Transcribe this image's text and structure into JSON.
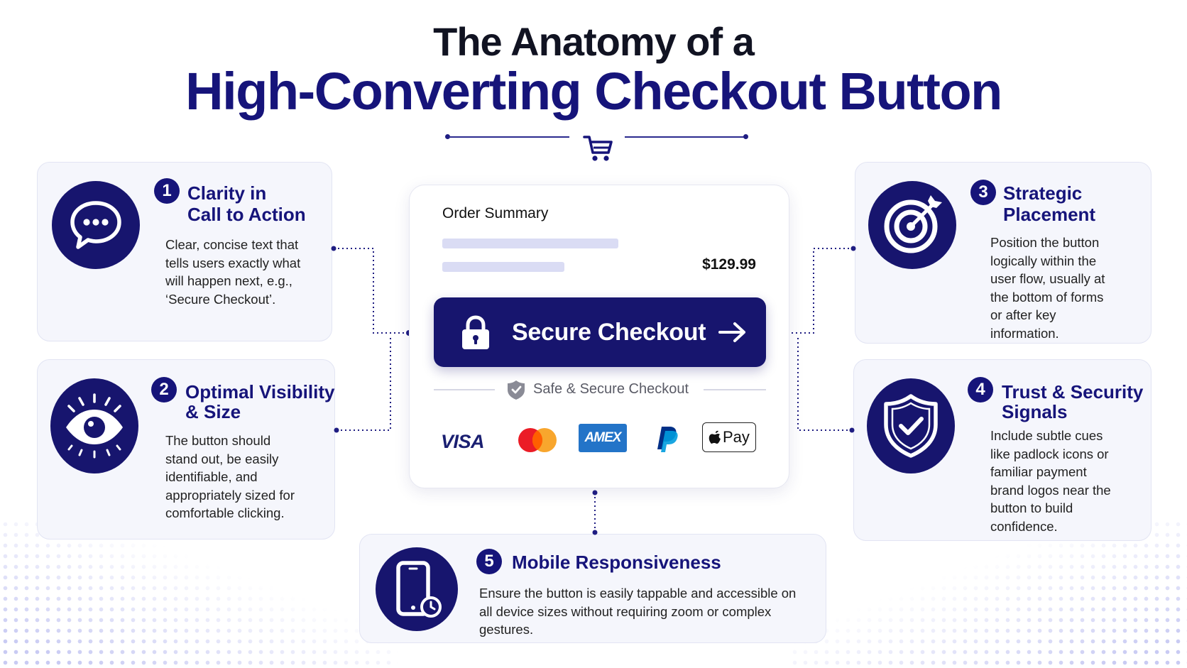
{
  "title": {
    "line1": "The Anatomy of a",
    "line2": "High-Converting Checkout Button",
    "icon": "shopping-cart-icon"
  },
  "colors": {
    "navy": "#16147a",
    "card_bg": "#f5f6fc",
    "accent_light": "#6f6ee0"
  },
  "features": [
    {
      "number": "1",
      "title_l1": "Clarity in",
      "title_l2": "Call to Action",
      "icon": "speech-bubble-icon",
      "desc": [
        "Clear, concise text that",
        "tells users exactly what",
        "will happen next, e.g.,",
        "‘Secure Checkout’."
      ]
    },
    {
      "number": "2",
      "title_l1": "Optimal Visibility",
      "title_l2": "& Size",
      "icon": "eye-icon",
      "desc": [
        "The button should",
        "stand out, be easily",
        "identifiable, and",
        "appropriately sized for",
        "comfortable clicking."
      ]
    },
    {
      "number": "3",
      "title_l1": "Strategic",
      "title_l2": "Placement",
      "icon": "target-icon",
      "desc": [
        "Position the button",
        "logically within the",
        "user flow, usually at",
        "the bottom of forms",
        "or after key",
        "information."
      ]
    },
    {
      "number": "4",
      "title_l1": "Trust & Security",
      "title_l2": "Signals",
      "icon": "shield-check-icon",
      "desc": [
        "Include subtle cues",
        "like padlock icons or",
        "familiar payment",
        "brand logos near the",
        "button to build",
        "confidence."
      ]
    },
    {
      "number": "5",
      "title_l1": "Mobile Responsiveness",
      "icon": "smartphone-icon",
      "desc": [
        "Ensure the button is easily tappable and accessible on",
        "all device sizes without requiring zoom or complex gestures."
      ]
    }
  ],
  "summary": {
    "title": "Order Summary",
    "price": "$129.99",
    "button_label": "Secure Checkout",
    "safe_label": "Safe & Secure Checkout",
    "payments": {
      "visa": "VISA",
      "amex": "AMEX",
      "applepay": "Pay"
    }
  }
}
